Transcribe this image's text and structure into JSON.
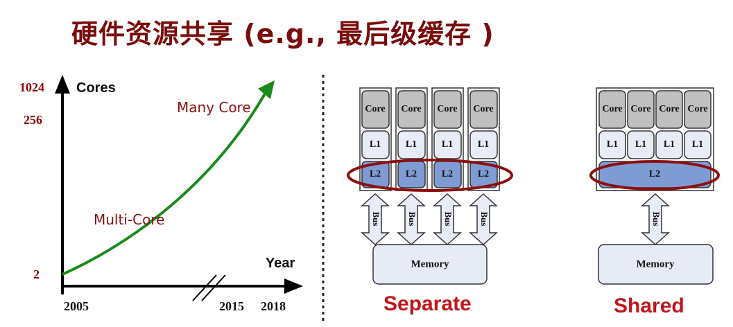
{
  "title": "硬件资源共享 (e.g., 最后级缓存 )",
  "graph": {
    "y_axis_label": "Cores",
    "x_axis_label": "Year",
    "y_ticks": [
      "1024",
      "256",
      "2"
    ],
    "x_ticks": [
      "2005",
      "2015",
      "2018"
    ],
    "annotations": [
      "Many Core",
      "Multi-Core"
    ],
    "curve_color": "#1a8a1a"
  },
  "separate": {
    "core_label": "Core",
    "l1_label": "L1",
    "l2_label": "L2",
    "bus_label": "Bus",
    "memory_label": "Memory",
    "caption": "Separate"
  },
  "shared": {
    "core_label": "Core",
    "l1_label": "L1",
    "l2_label": "L2",
    "bus_label": "Bus",
    "memory_label": "Memory",
    "caption": "Shared"
  },
  "colors": {
    "title": "#7a0c0c",
    "core_fill": "#c0c0c0",
    "l1_fill": "#e8ecf7",
    "l2_fill": "#7f9bd4",
    "memory_fill": "#e6ebf6",
    "ellipse": "#8b1010",
    "caption": "#c0161b"
  }
}
